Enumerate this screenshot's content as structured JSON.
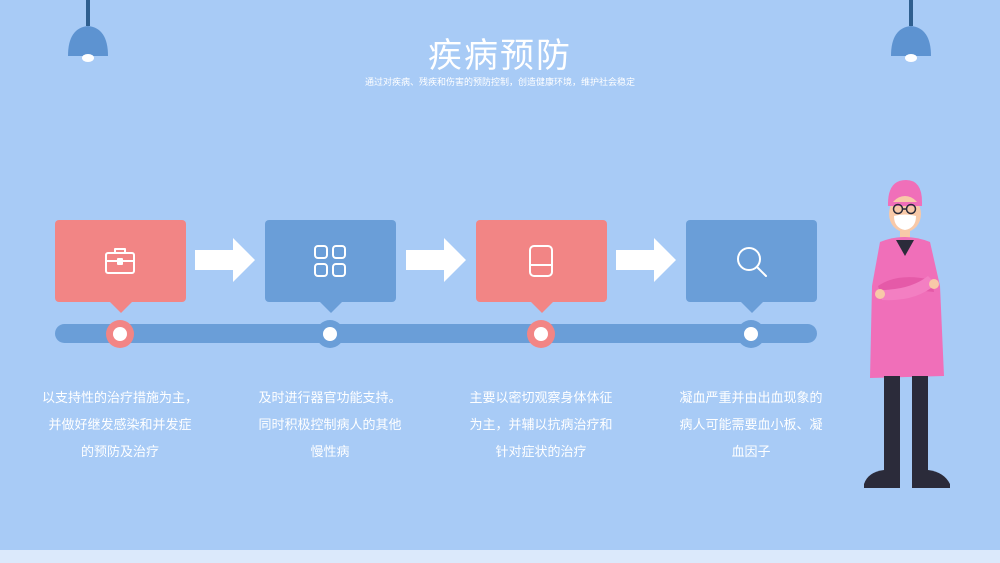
{
  "header": {
    "title": "疾病预防",
    "subtitle": "通过对疾病、残疾和伤害的预防控制，创造健康环境，维护社会稳定"
  },
  "steps": [
    {
      "icon": "briefcase-icon",
      "color": "#f28585",
      "lines": [
        "以支持性的治疗措施为主，",
        "并做好继发感染和并发症",
        "的预防及治疗"
      ]
    },
    {
      "icon": "grid-icon",
      "color": "#6a9ed8",
      "lines": [
        "及时进行器官功能支持。",
        "同时积极控制病人的其他",
        "慢性病"
      ]
    },
    {
      "icon": "tablet-icon",
      "color": "#f28585",
      "lines": [
        "主要以密切观察身体体征",
        "为主，并辅以抗病治疗和",
        "针对症状的治疗"
      ]
    },
    {
      "icon": "search-icon",
      "color": "#6a9ed8",
      "lines": [
        "凝血严重并由出血现象的",
        "病人可能需要血小板、凝",
        "血因子"
      ]
    }
  ],
  "colors": {
    "background": "#a8cbf6",
    "accent_pink": "#f28585",
    "accent_blue": "#6a9ed8",
    "doctor_coat": "#f06fb9"
  }
}
